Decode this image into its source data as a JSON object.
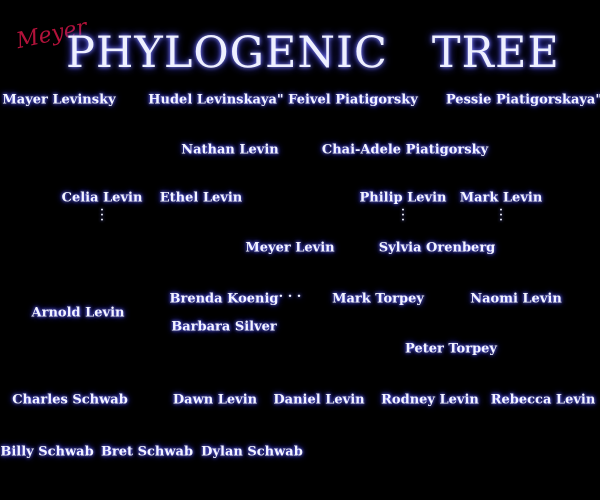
{
  "title": "PHYLOGENIC   TREE",
  "signature": "Meyer",
  "people": {
    "mayer_levinsky": "Mayer Levinsky",
    "hudel_feivel": "Hudel Levinskaya\" Feivel Piatigorsky",
    "pessie": "Pessie Piatigorskaya\"",
    "nathan": "Nathan Levin",
    "chai_adele": "Chai-Adele Piatigorsky",
    "celia": "Celia Levin",
    "ethel": "Ethel Levin",
    "philip": "Philip Levin",
    "mark_levin": "Mark Levin",
    "meyer": "Meyer Levin",
    "sylvia": "Sylvia Orenberg",
    "arnold": "Arnold Levin",
    "brenda": "Brenda Koenig",
    "barbara": "Barbara Silver",
    "mark_torpey": "Mark Torpey",
    "naomi": "Naomi Levin",
    "peter": "Peter Torpey",
    "charles": "Charles Schwab",
    "dawn": "Dawn Levin",
    "daniel": "Daniel Levin",
    "rodney": "Rodney Levin",
    "rebecca": "Rebecca Levin",
    "billy": "Billy Schwab",
    "bret": "Bret Schwab",
    "dylan": "Dylan Schwab"
  },
  "continuation": "· · ·",
  "vertical_ellipsis": ".\n.\n."
}
